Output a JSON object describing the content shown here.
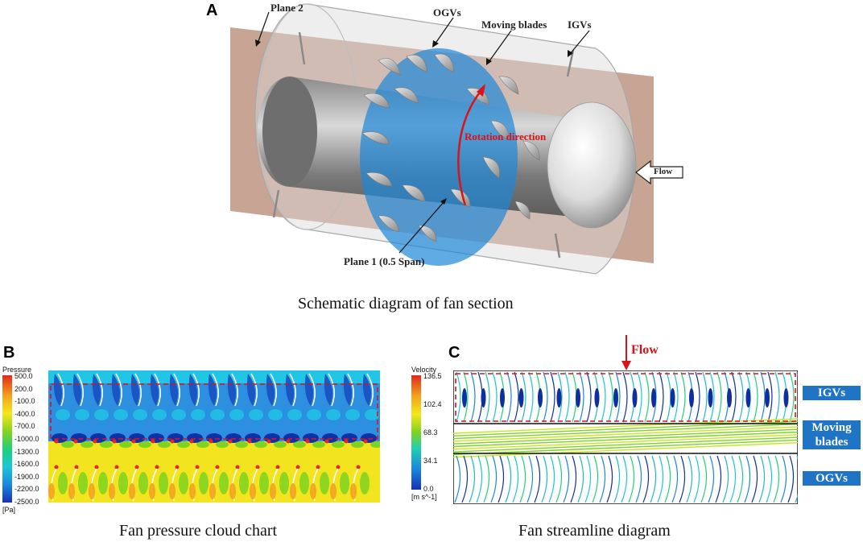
{
  "panels": {
    "a": {
      "letter": "A",
      "caption": "Schematic diagram of fan section",
      "callouts": {
        "plane2": "Plane 2",
        "ogvs": "OGVs",
        "moving_blades": "Moving blades",
        "igvs": "IGVs",
        "rotation": "Rotation direction",
        "flow": "Flow",
        "plane1": "Plane 1 (0.5 Span)"
      }
    },
    "b": {
      "letter": "B",
      "caption": "Fan pressure cloud chart",
      "colorbar": {
        "title": "Pressure",
        "unit": "[Pa]",
        "ticks": [
          "500.0",
          "200.0",
          "-100.0",
          "-400.0",
          "-700.0",
          "-1000.0",
          "-1300.0",
          "-1600.0",
          "-1900.0",
          "-2200.0",
          "-2500.0"
        ]
      }
    },
    "c": {
      "letter": "C",
      "caption": "Fan streamline diagram",
      "flow_label": "Flow",
      "colorbar": {
        "title": "Velocity",
        "unit": "[m s^-1]",
        "ticks": [
          "136.5",
          "102.4",
          "68.3",
          "34.1",
          "0.0"
        ]
      },
      "regions": [
        "IGVs",
        "Moving\nblades",
        "OGVs"
      ]
    }
  },
  "colors": {
    "red_annotation": "#d8141a",
    "region_tag": "#1f74c6",
    "plane_brown": "#b58570"
  }
}
